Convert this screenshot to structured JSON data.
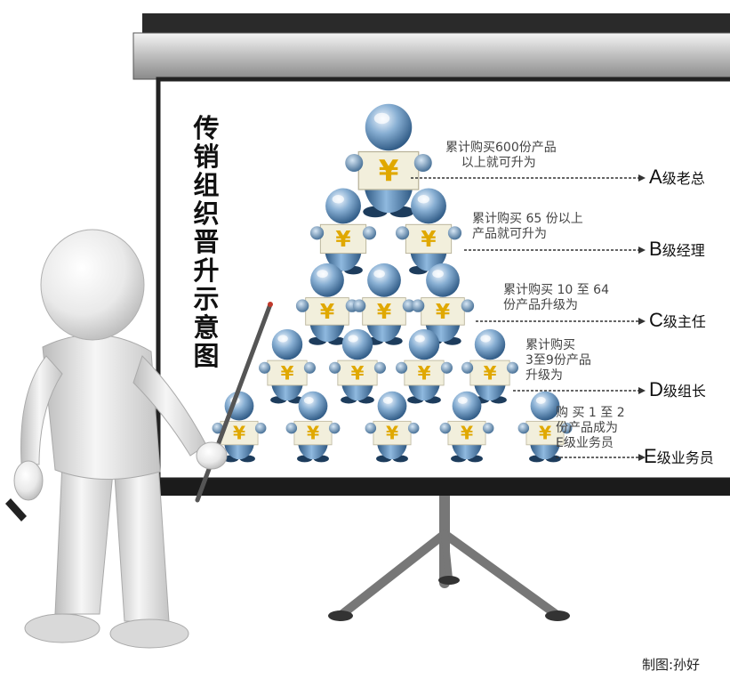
{
  "title_chars": [
    "传",
    "销",
    "组",
    "织",
    "晋",
    "升",
    "示",
    "意",
    "图"
  ],
  "levels": [
    {
      "letter": "A",
      "name": "级老总",
      "desc": "累计购买600份产品\n    以上就可升为",
      "count": 1
    },
    {
      "letter": "B",
      "name": "级经理",
      "desc": "累计购买 65 份以上\n产品就可升为",
      "count": 2
    },
    {
      "letter": "C",
      "name": "级主任",
      "desc": "累计购买 10 至 64\n份产品升级为",
      "count": 3
    },
    {
      "letter": "D",
      "name": "级组长",
      "desc": "累计购买\n3至9份产品\n升级为",
      "count": 4
    },
    {
      "letter": "E",
      "name": "级业务员",
      "desc": "购 买 1 至 2\n份产品成为\nE级业务员",
      "count": 5
    }
  ],
  "figure_sign_symbol": "¥",
  "credit": "制图:孙好",
  "colors": {
    "figure_body": "#3f6f9d",
    "figure_light": "#9fc4e4",
    "sign": "#f2efdc",
    "yen": "#e0a800",
    "board_frame": "#222222"
  }
}
